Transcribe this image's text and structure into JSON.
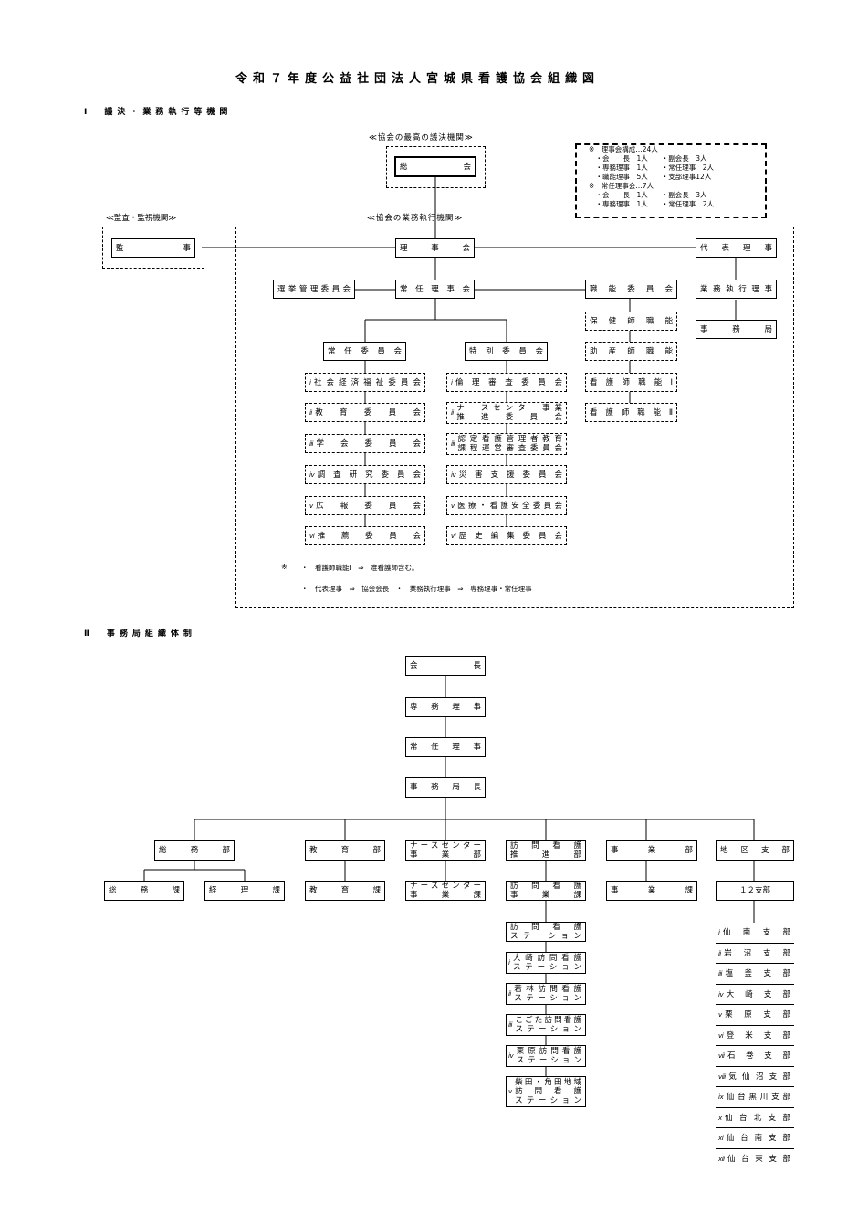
{
  "title": "令和７年度公益社団法人宮城県看護協会組織図",
  "sections": {
    "one": "Ⅰ　議決・業務執行等機関",
    "two": "Ⅱ　事務局組織体制"
  },
  "decision": {
    "header": "≪協会の最高の議決機関≫",
    "general_meeting": "総　会"
  },
  "audit": {
    "header": "≪監査・監視機関≫",
    "auditor": "監　事"
  },
  "executive": {
    "header": "≪協会の業務執行機関≫",
    "board": "理　事　会",
    "election_committee": "選挙管理委員会",
    "standing_board": "常　任　理　事　会",
    "functional_committee": "職　能　委　員　会",
    "representative": "代　表　理　事",
    "executive_director": "業務執行理事",
    "secretariat": "事　務　局",
    "functions": [
      "保健師職能",
      "助産師職能",
      "看護師職能Ⅰ",
      "看護師職能Ⅱ"
    ],
    "standing_committees_header": "常任委員会",
    "special_committees_header": "特別委員会",
    "standing_committees": [
      {
        "num": "ⅰ",
        "label": "社会経済福祉委員会"
      },
      {
        "num": "ⅱ",
        "label": "教育委員会"
      },
      {
        "num": "ⅲ",
        "label": "学会委員会"
      },
      {
        "num": "ⅳ",
        "label": "調査研究委員会"
      },
      {
        "num": "ⅴ",
        "label": "広報委員会"
      },
      {
        "num": "ⅵ",
        "label": "推薦委員会"
      }
    ],
    "special_committees": [
      {
        "num": "ⅰ",
        "label": "倫理審査委員会"
      },
      {
        "num": "ⅱ",
        "line1": "ナースセンター事業",
        "line2": "推進委員会"
      },
      {
        "num": "ⅲ",
        "line1": "認定看護管理者教育",
        "line2": "課程運営審査委員会"
      },
      {
        "num": "ⅳ",
        "label": "災害支援委員会"
      },
      {
        "num": "ⅴ",
        "label": "医療・看護安全委員会"
      },
      {
        "num": "ⅵ",
        "label": "歴史編集委員会"
      }
    ],
    "notes_mark": "※",
    "notes": [
      "・　看護師職能Ⅰ　⇒　准看護師含む。",
      "・　代表理事　⇒　協会会長　・　業務執行理事　⇒　専務理事・常任理事"
    ]
  },
  "composition_note": [
    "※　理事会構成…24人",
    "　・会　　長　1人　　・副会長　3人",
    "　・専務理事　1人　　・常任理事　2人",
    "　・職能理事　5人　　・支部理事12人",
    "※　常任理事会…7人",
    "　・会　　長　1人　　・副会長　3人",
    "　・専務理事　1人　　・常任理事　2人"
  ],
  "office": {
    "chain": [
      "会　長",
      "専務理事",
      "常任理事",
      "事務局長"
    ],
    "departments": [
      {
        "line1": "総務部",
        "line2": ""
      },
      {
        "line1": "教育部",
        "line2": ""
      },
      {
        "line1": "ナースセンター",
        "line2": "事業部"
      },
      {
        "line1": "訪問看護",
        "line2": "推進部"
      },
      {
        "line1": "事業部",
        "line2": ""
      },
      {
        "line1": "地区支部",
        "line2": ""
      }
    ],
    "sections": {
      "general_affairs": "総務課",
      "accounting": "経理課",
      "education": "教育課",
      "nurse_center_line1": "ナースセンター",
      "nurse_center_line2": "事業課",
      "visiting_line1": "訪問看護",
      "visiting_line2": "事業課",
      "business": "事業課",
      "branches_total": "１２支部"
    },
    "stations": [
      {
        "num": "",
        "line1": "訪問看護",
        "line2": "ステーション",
        "line3": ""
      },
      {
        "num": "ⅰ",
        "line1": "大崎訪問看護",
        "line2": "ステーション",
        "line3": ""
      },
      {
        "num": "ⅱ",
        "line1": "若林訪問看護",
        "line2": "ステーション",
        "line3": ""
      },
      {
        "num": "ⅲ",
        "line1": "こごた訪問看護",
        "line2": "ステーション",
        "line3": ""
      },
      {
        "num": "ⅳ",
        "line1": "栗原訪問看護",
        "line2": "ステーション",
        "line3": ""
      },
      {
        "num": "ⅴ",
        "line1": "柴田・角田地域",
        "line2": "訪問看護",
        "line3": "ステーション"
      }
    ],
    "branches": [
      {
        "num": "ⅰ",
        "label": "仙南支部"
      },
      {
        "num": "ⅱ",
        "label": "岩沼支部"
      },
      {
        "num": "ⅲ",
        "label": "塩釜支部"
      },
      {
        "num": "ⅳ",
        "label": "大崎支部"
      },
      {
        "num": "ⅴ",
        "label": "栗原支部"
      },
      {
        "num": "ⅵ",
        "label": "登米支部"
      },
      {
        "num": "ⅶ",
        "label": "石巻支部"
      },
      {
        "num": "ⅷ",
        "label": "気仙沼支部"
      },
      {
        "num": "ⅸ",
        "label": "仙台黒川支部"
      },
      {
        "num": "ⅹ",
        "label": "仙台北支部"
      },
      {
        "num": "ⅺ",
        "label": "仙台南支部"
      },
      {
        "num": "ⅻ",
        "label": "仙台東支部"
      }
    ]
  }
}
